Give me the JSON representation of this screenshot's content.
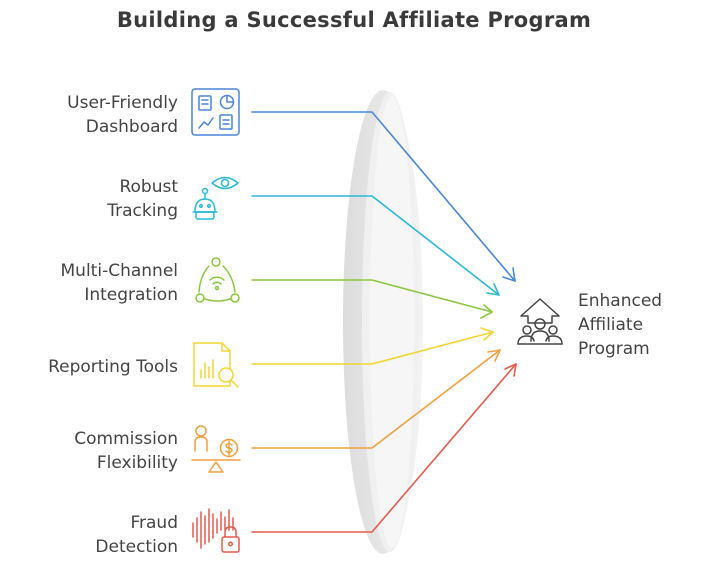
{
  "title": "Building a Successful Affiliate Program",
  "colors": {
    "blue": "#4a86d6",
    "cyan": "#2ab8d8",
    "green": "#8cc63f",
    "yellow": "#f0d534",
    "orange": "#f0a040",
    "red": "#e45c4c",
    "dark": "#444444"
  },
  "inputs": [
    {
      "line1": "User-Friendly",
      "line2": "Dashboard",
      "icon": "dashboard-icon",
      "color": "#4a86d6"
    },
    {
      "line1": "Robust",
      "line2": "Tracking",
      "icon": "tracking-robot-eye-icon",
      "color": "#2ab8d8"
    },
    {
      "line1": "Multi-Channel",
      "line2": "Integration",
      "icon": "network-channels-icon",
      "color": "#8cc63f"
    },
    {
      "line1": "Reporting Tools",
      "line2": "",
      "icon": "report-magnifier-icon",
      "color": "#f0d534"
    },
    {
      "line1": "Commission",
      "line2": "Flexibility",
      "icon": "person-dollar-scale-icon",
      "color": "#f0a040"
    },
    {
      "line1": "Fraud",
      "line2": "Detection",
      "icon": "soundwave-lock-icon",
      "color": "#e45c4c"
    }
  ],
  "outcome": {
    "line1": "Enhanced",
    "line2": "Affiliate",
    "line3": "Program",
    "icon": "growth-team-icon"
  }
}
